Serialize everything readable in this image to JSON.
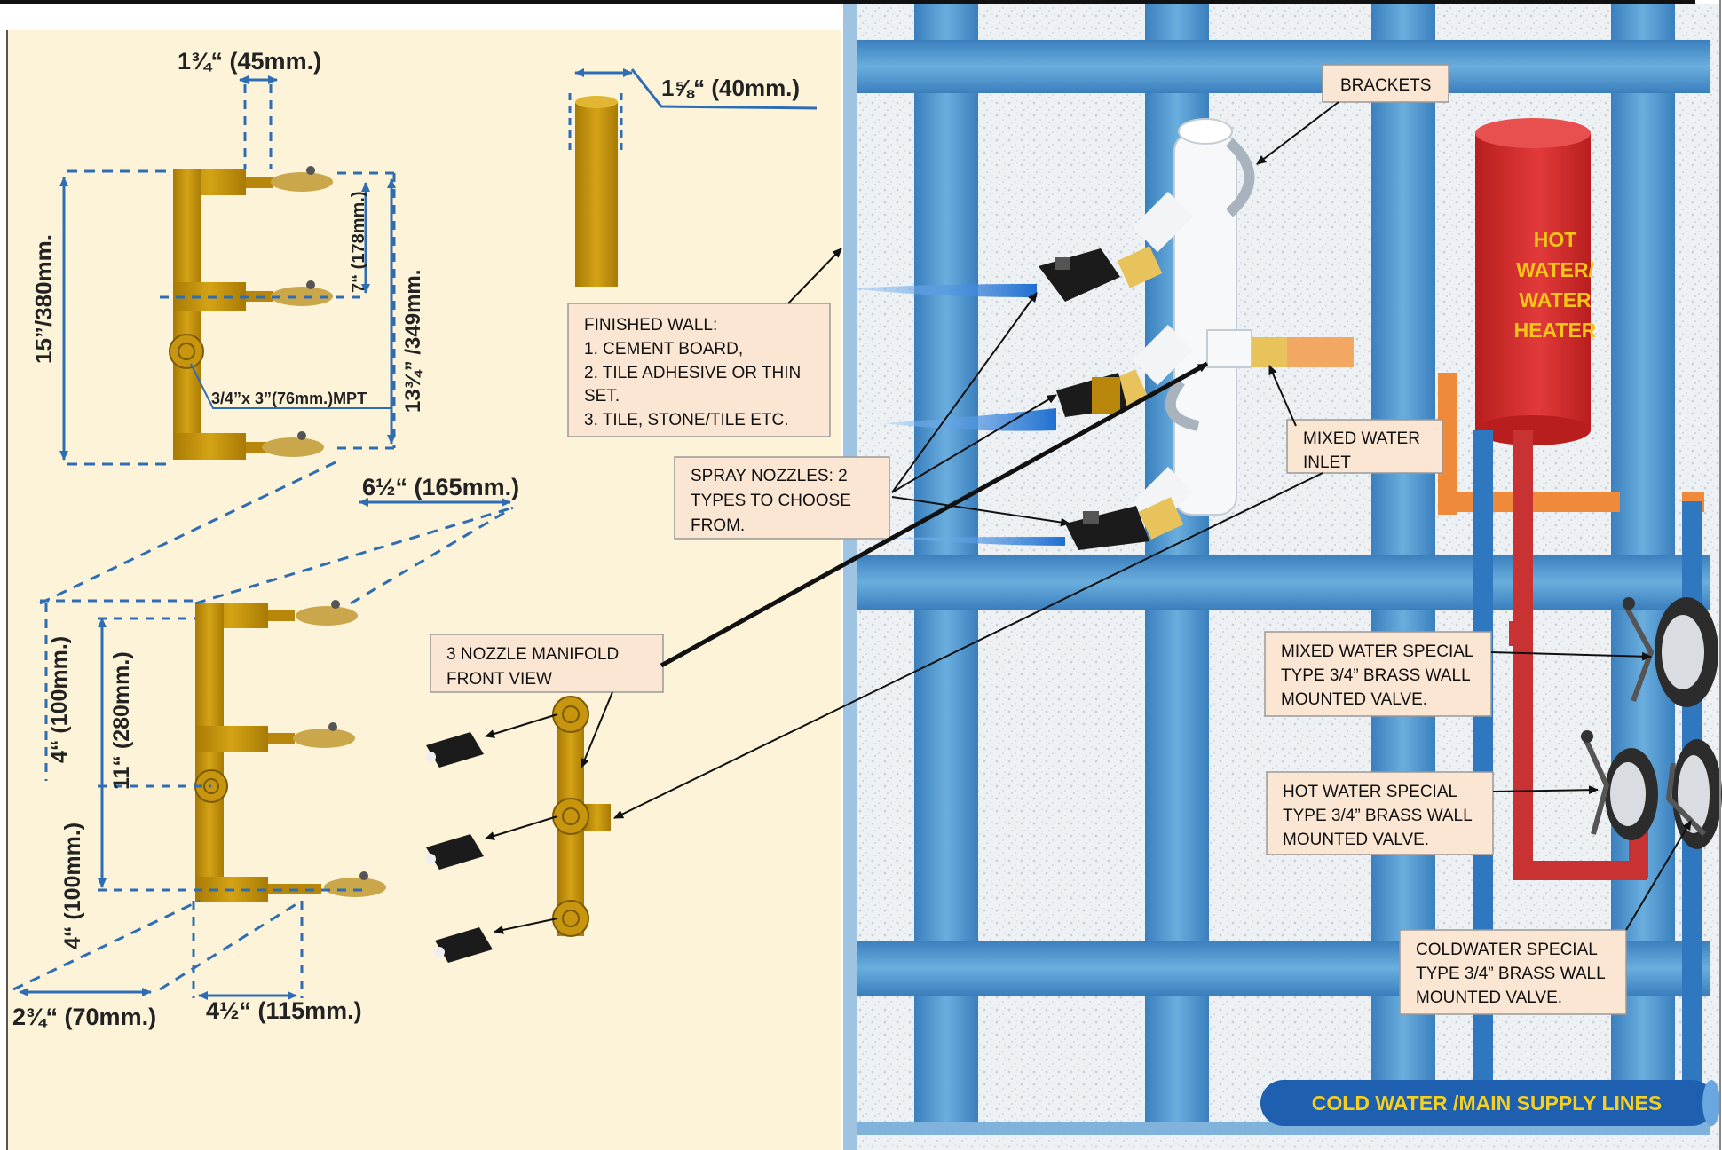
{
  "dimensions": {
    "top_width": "1¾“ (45mm.)",
    "pipe_width": "1⅝“ (40mm.)",
    "total_height": "15”/380mm.",
    "nozzle_span": "7“ (178mm.)",
    "inner_height": "13¾” /349mm.",
    "inlet_thread": "3/4”x 3”(76mm.)MPT",
    "depth_top": "6½“ (165mm.)",
    "offset_upper": "4“ (100mm.)",
    "span_280": "11“ (280mm.)",
    "offset_lower": "4“ (100mm.)",
    "depth_bottom": "2¾“ (70mm.)",
    "width_bottom": "4½“ (115mm.)"
  },
  "labels": {
    "finished_wall": [
      "FINISHED WALL:",
      "1. CEMENT BOARD,",
      "2. TILE ADHESIVE OR THIN",
      "SET.",
      "3. TILE, STONE/TILE ETC."
    ],
    "spray_nozzles": [
      "SPRAY NOZZLES: 2",
      "TYPES TO CHOOSE",
      "FROM."
    ],
    "manifold_front": [
      "3 NOZZLE MANIFOLD",
      "FRONT VIEW"
    ],
    "brackets": "BRACKETS",
    "mixed_inlet": [
      "MIXED WATER",
      "INLET"
    ],
    "mixed_valve": [
      "MIXED WATER SPECIAL",
      "TYPE 3/4” BRASS WALL",
      "MOUNTED VALVE."
    ],
    "hot_valve": [
      "HOT WATER SPECIAL",
      "TYPE 3/4” BRASS WALL",
      "MOUNTED VALVE."
    ],
    "cold_valve": [
      "COLDWATER SPECIAL",
      "TYPE 3/4” BRASS WALL",
      "MOUNTED VALVE."
    ],
    "heater": [
      "HOT",
      "WATER/",
      "WATER",
      "HEATER"
    ],
    "cold_supply": "COLD WATER  /MAIN SUPPLY LINES"
  },
  "colors": {
    "panel_left": "#fdf3d8",
    "brass": "#c8960e",
    "dim_line": "#2e6db4",
    "stud_blue": "#4a90c8",
    "heater_red": "#d62828",
    "hot_pipe": "#c83232",
    "mixed_pipe": "#ee8a3a",
    "cold_pipe": "#2f78c0",
    "label_fill": "#fbe6d4"
  }
}
